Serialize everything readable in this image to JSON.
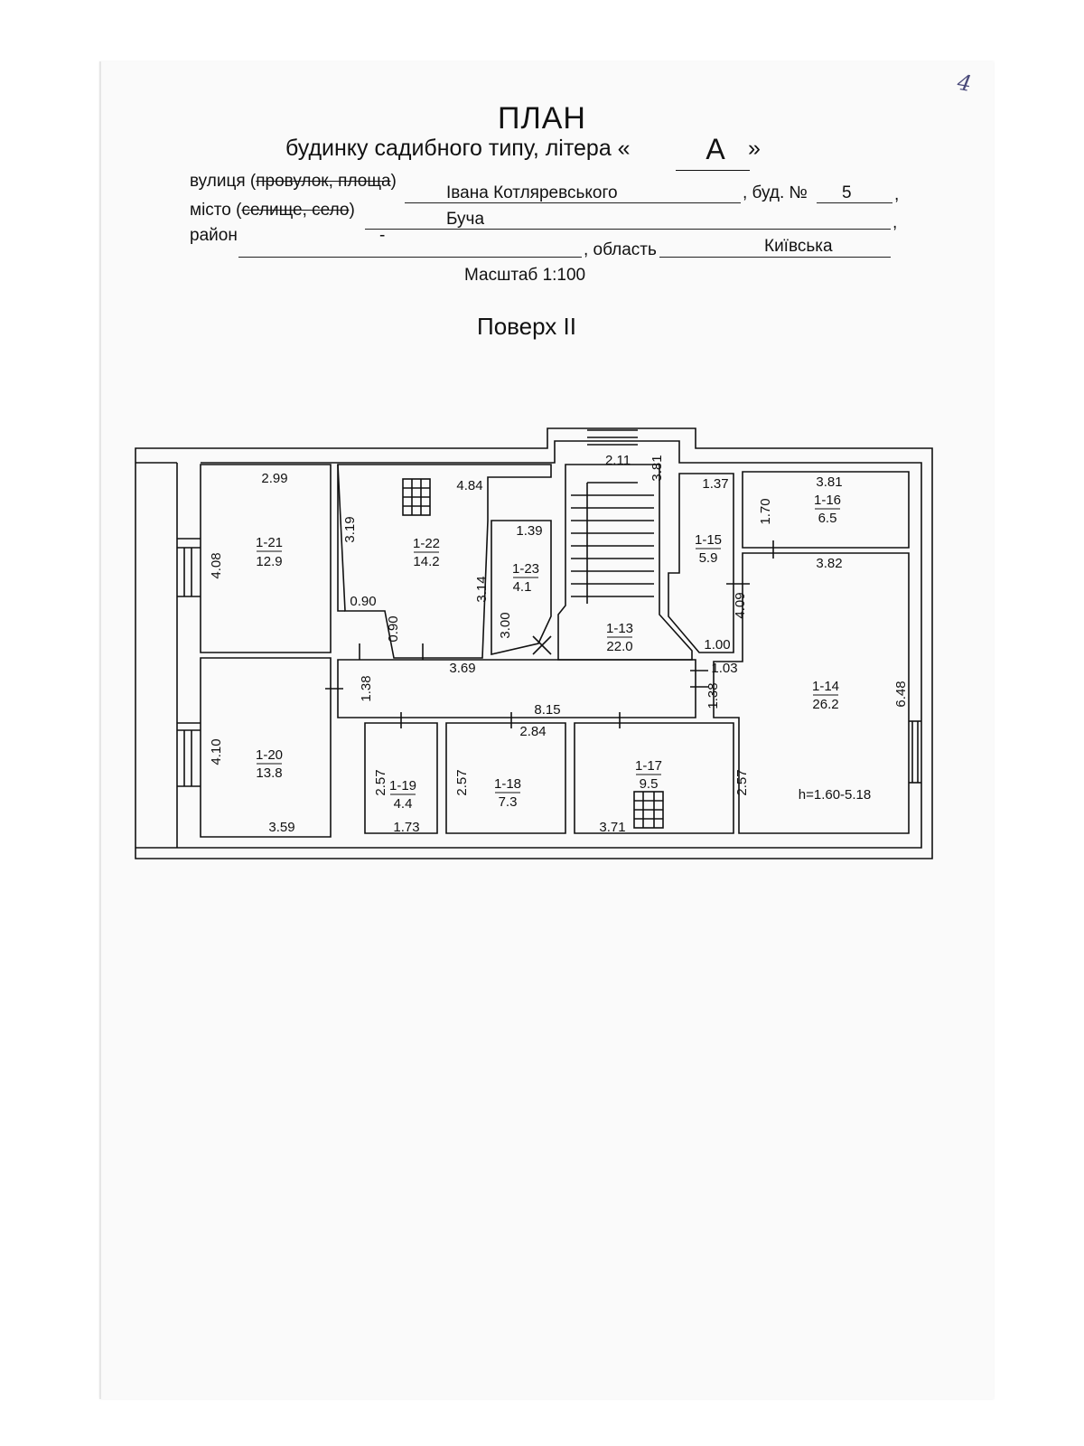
{
  "corner_mark": "4",
  "title": "ПЛАН",
  "subtitle": "будинку садибного типу, літера «",
  "subtitle_close": "»",
  "letter": "А",
  "street": {
    "label_start": "вулиця (",
    "label_struck": "провулок, площа",
    "label_end": ")",
    "value": "Івана Котляревського",
    "building_label": ", буд. №",
    "building_value": "5",
    "trailing": ","
  },
  "city": {
    "label_start": "місто (",
    "label_struck": "селище, село",
    "label_end": ")",
    "value": "Буча",
    "trailing": ","
  },
  "district": {
    "label": "район",
    "value": "-",
    "region_label": ", область",
    "region_value": "Київська"
  },
  "scale": "Масштаб  1:100",
  "floor": "Поверх II",
  "rooms": [
    {
      "id": "1-13",
      "area": "22.0"
    },
    {
      "id": "1-14",
      "area": "26.2"
    },
    {
      "id": "1-15",
      "area": "5.9"
    },
    {
      "id": "1-16",
      "area": "6.5"
    },
    {
      "id": "1-17",
      "area": "9.5"
    },
    {
      "id": "1-18",
      "area": "7.3"
    },
    {
      "id": "1-19",
      "area": "4.4"
    },
    {
      "id": "1-20",
      "area": "13.8"
    },
    {
      "id": "1-21",
      "area": "12.9"
    },
    {
      "id": "1-22",
      "area": "14.2"
    },
    {
      "id": "1-23",
      "area": "4.1"
    }
  ],
  "dimensions": {
    "d299": "2.99",
    "d484": "4.84",
    "d211": "2.11",
    "d381a": "3.81",
    "d137": "1.37",
    "d381b": "3.81",
    "d170": "1.70",
    "d139": "1.39",
    "d319": "3.19",
    "d408": "4.08",
    "d314": "3.14",
    "d382": "3.82",
    "d409": "4.09",
    "d090a": "0.90",
    "d090b": "0.90",
    "d300": "3.00",
    "d100": "1.00",
    "d369": "3.69",
    "d103": "1.03",
    "d138a": "1.38",
    "d138b": "1.38",
    "d648": "6.48",
    "d815": "8.15",
    "d284": "2.84",
    "d410": "4.10",
    "d257a": "2.57",
    "d257b": "2.57",
    "d257c": "2.57",
    "d359": "3.59",
    "d173": "1.73",
    "d371": "3.71"
  },
  "height_note": "h=1.60-5.18"
}
